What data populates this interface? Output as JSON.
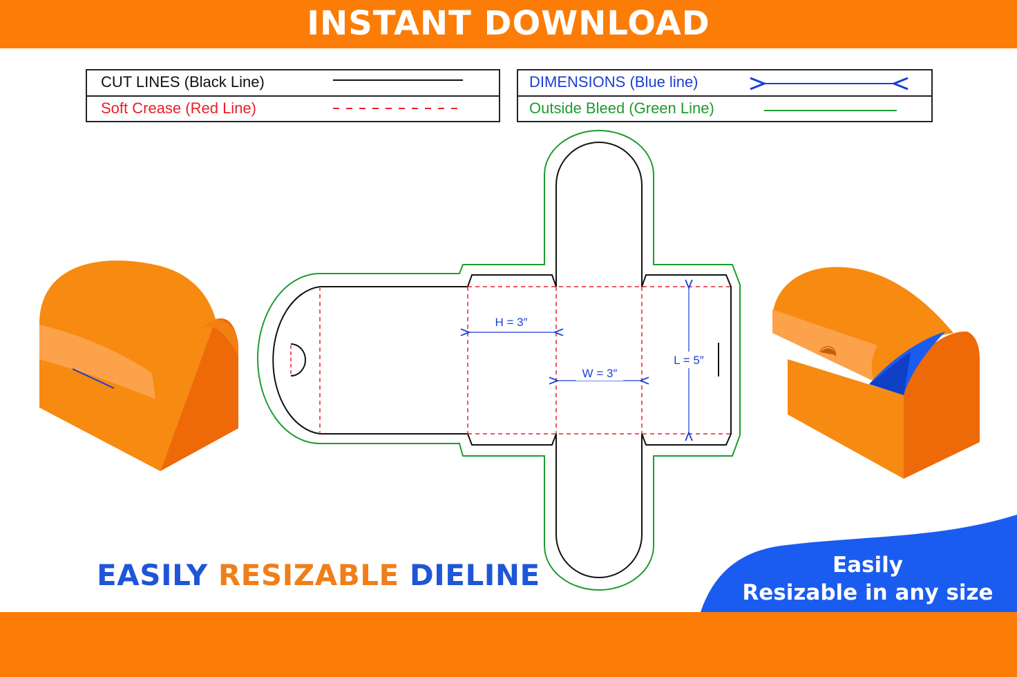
{
  "header": {
    "title": "INSTANT DOWNLOAD"
  },
  "legend": {
    "cut_lines": {
      "label": "CUT LINES (Black Line)",
      "color": "#111111"
    },
    "soft_crease": {
      "label": "Soft Crease (Red Line)",
      "color": "#e8202a"
    },
    "dimensions": {
      "label": "DIMENSIONS (Blue line)",
      "color": "#1a3fd6"
    },
    "outside_bleed": {
      "label": "Outside Bleed (Green Line)",
      "color": "#1e9b2e"
    }
  },
  "dieline": {
    "height_label": "H = 3″",
    "width_label": "W = 3″",
    "length_label": "L = 5″"
  },
  "tagline": {
    "part1": "EASILY",
    "part2": "RESIZABLE",
    "part3": "DIELINE"
  },
  "badge": {
    "line1": "Easily",
    "line2": "Resizable in any size"
  },
  "colors": {
    "brand_orange": "#fb7d08",
    "brand_blue": "#1a5cf0",
    "box_orange": "#f78a10",
    "box_dark_orange": "#ee6a08"
  }
}
